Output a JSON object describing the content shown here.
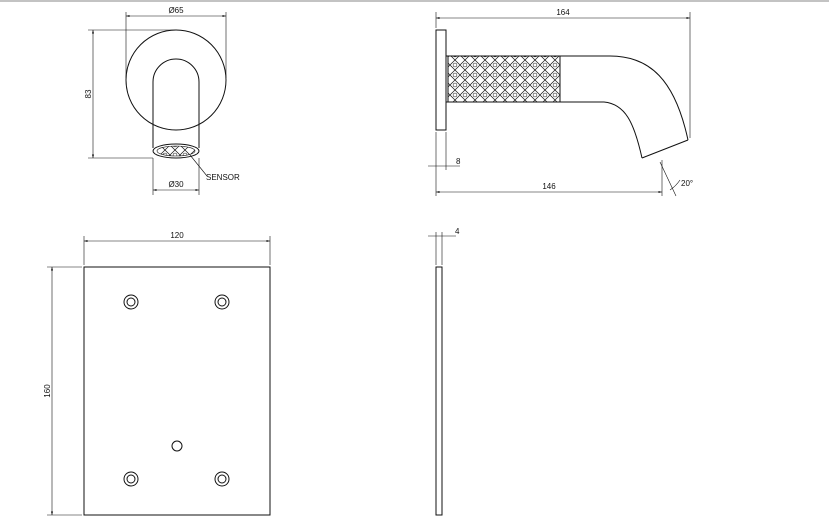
{
  "front_view": {
    "flange_diameter": "Ø65",
    "height": "83",
    "spout_diameter": "Ø30",
    "sensor_label": "SENSOR"
  },
  "side_view": {
    "length_total": "164",
    "flange_thickness": "8",
    "length_spout": "146",
    "angle": "20°"
  },
  "plate_front": {
    "width": "120",
    "height": "160"
  },
  "plate_side": {
    "thickness": "4"
  }
}
